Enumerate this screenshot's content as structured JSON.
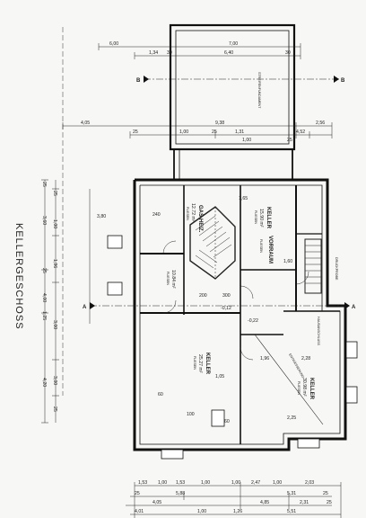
{
  "sheet_title": "KELLERGESCHOSS",
  "section_marks": {
    "a": "A",
    "b": "B"
  },
  "rooms": {
    "keller_north": {
      "name": "KELLER",
      "area": "15.90 m²",
      "floor": "FLIESEN"
    },
    "gas_heiz": {
      "name": "GAS-HEIZ.",
      "area": "12.72 m²",
      "floor": "FLIESEN"
    },
    "hwr": {
      "name": "",
      "area": "10.84 m²",
      "floor": "FLIESEN"
    },
    "vorraum": {
      "name": "VORRAUM",
      "area": "",
      "floor": "FLIESEN"
    },
    "keller_south": {
      "name": "KELLER",
      "area": "25.27 m²",
      "floor": "FLIESEN"
    },
    "keller_east": {
      "name": "KELLER",
      "area": "30.98 m²",
      "floor": "FLIESEN"
    }
  },
  "notes": {
    "annex": "STREIFENFUNDAMENT",
    "drain": "ENTWÄSSERUNG",
    "stair_note": "DRUCKPROBE",
    "anschluss": "HAUSANSCHLUSS",
    "level_a": "-0,22",
    "level_b": "-0,12"
  },
  "dims_top": [
    "6,00",
    "7,00",
    "1,34",
    "30",
    "6,40",
    "30",
    "4,05",
    "9,38",
    "2,56",
    "25",
    "1,00",
    "25",
    "1,31",
    "4,52",
    "1,00",
    "25"
  ],
  "dims_bottom": [
    "1,53",
    "1,00",
    "1,53",
    "1,00",
    "1,00",
    "2,47",
    "1,00",
    "2,03",
    "25",
    "5,88",
    "5,31",
    "25",
    "4,05",
    "4,85",
    "2,31",
    "25",
    "4,01",
    "1,00",
    "1,26",
    "5,51"
  ],
  "dims_left": [
    "25",
    "3,60",
    "25",
    "4,00",
    "1,25",
    "4,20",
    "25",
    "1,00",
    "1,96",
    "3,00",
    "3,00",
    "25"
  ],
  "dims_interior": [
    "240",
    "200",
    "1,65",
    "300",
    "3,80",
    "1,60",
    "2,28",
    "1,96",
    "1,05",
    "60",
    "100",
    "60",
    "2,25"
  ]
}
